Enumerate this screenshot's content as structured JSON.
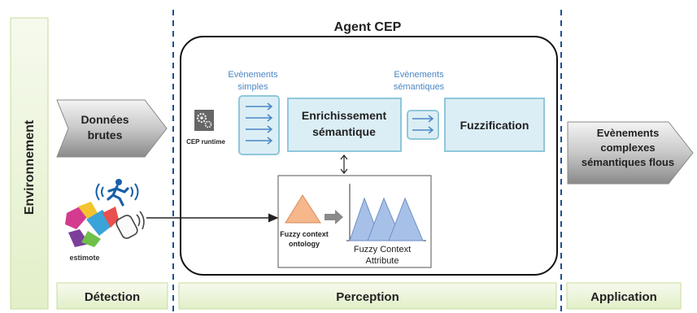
{
  "columns": {
    "environment": "Environnement",
    "detection": "Détection",
    "perception": "Perception",
    "application": "Application"
  },
  "agent": {
    "title": "Agent CEP",
    "runtime_label": "CEP runtime",
    "simple_events_line1": "Evènements",
    "simple_events_line2": "simples",
    "semantic_events_line1": "Evènements",
    "semantic_events_line2": "sémantiques",
    "enrichment_line1": "Enrichissement",
    "enrichment_line2": "sémantique",
    "fuzzification": "Fuzzification",
    "ontology_line1": "Fuzzy context",
    "ontology_line2": "ontology",
    "attribute_line1": "Fuzzy Context",
    "attribute_line2": "Attribute"
  },
  "inputs": {
    "raw_data_line1": "Données",
    "raw_data_line2": "brutes",
    "estimote": "estimote"
  },
  "output": {
    "line1": "Evènements",
    "line2": "complexes",
    "line3": "sémantiques flous"
  },
  "colors": {
    "column_fill": "#eaf3d6",
    "column_stroke": "#c6dc9a",
    "box_fill": "#dceef5",
    "box_stroke": "#8fc7dc",
    "title_blue": "#4a86c5",
    "dash_blue": "#1f4e9b",
    "gray_arrow": "#6f6f6f",
    "triangle_blue": "#a7c0e8",
    "triangle_orange": "#f6b78c"
  }
}
